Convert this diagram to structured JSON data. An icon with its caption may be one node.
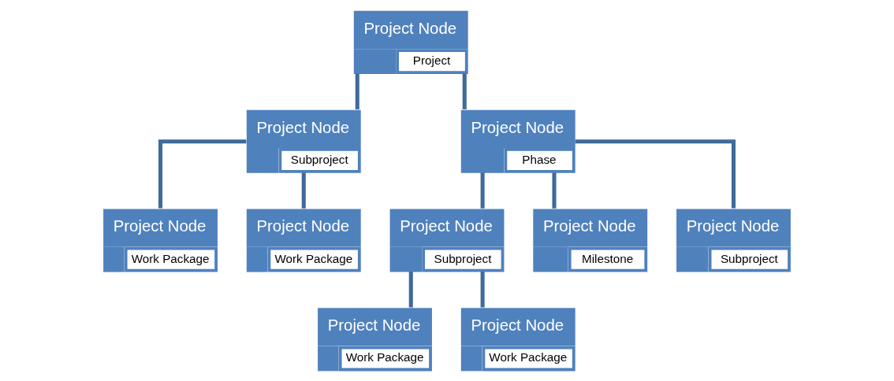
{
  "diagram": {
    "nodes": [
      {
        "text": [
          "Project Node",
          "Project"
        ]
      },
      {
        "text": [
          "Project Node",
          "Subproject"
        ]
      },
      {
        "text": [
          "Project Node",
          "Phase"
        ]
      },
      {
        "text": [
          "Project Node",
          "Work Package"
        ]
      },
      {
        "text": [
          "Project Node",
          "Work Package"
        ]
      },
      {
        "text": [
          "Project Node",
          "Subproject"
        ]
      },
      {
        "text": [
          "Project Node",
          "Milestone"
        ]
      },
      {
        "text": [
          "Project Node",
          "Subproject"
        ]
      },
      {
        "text": [
          "Project Node",
          "Work Package"
        ]
      },
      {
        "text": [
          "Project Node",
          "Work Package"
        ]
      }
    ],
    "edges": [
      {
        "from": 0,
        "to": 1,
        "arrow": "none"
      },
      {
        "from": 0,
        "to": 2,
        "arrow": "none"
      },
      {
        "from": 1,
        "to": 3,
        "arrow": "none"
      },
      {
        "from": 1,
        "to": 4,
        "arrow": "none"
      },
      {
        "from": 2,
        "to": 5,
        "arrow": "none"
      },
      {
        "from": 2,
        "to": 6,
        "arrow": "none"
      },
      {
        "from": 2,
        "to": 7,
        "arrow": "none"
      },
      {
        "from": 5,
        "to": 8,
        "arrow": "none"
      },
      {
        "from": 5,
        "to": 9,
        "arrow": "none"
      }
    ]
  }
}
